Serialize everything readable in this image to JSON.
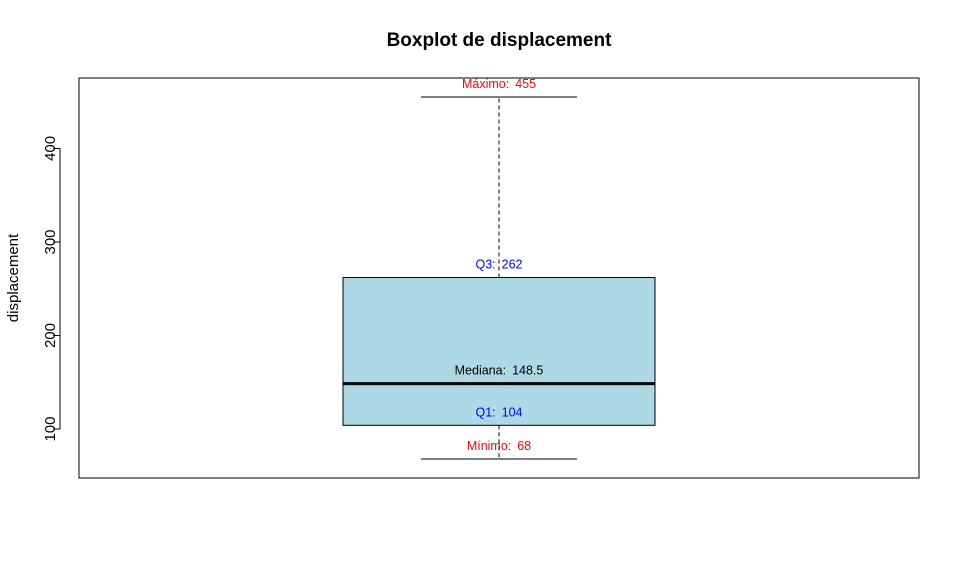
{
  "chart_data": {
    "type": "boxplot",
    "title": "Boxplot de displacement",
    "xlabel": "",
    "ylabel": "displacement",
    "ylim": [
      47.65,
      475.35
    ],
    "yticks": [
      100,
      200,
      300,
      400
    ],
    "grid": false,
    "box": {
      "min": 68,
      "q1": 104,
      "median": 148.5,
      "q3": 262,
      "max": 455,
      "fill": "#add8e6"
    },
    "annotations": {
      "max": {
        "prefix": "Máximo:",
        "value": "455",
        "color": "#ff0000"
      },
      "q3": {
        "prefix": "Q3:",
        "value": "262",
        "color": "#0000ff"
      },
      "median": {
        "prefix": "Mediana:",
        "value": "148.5",
        "color": "#000000"
      },
      "q1": {
        "prefix": "Q1:",
        "value": "104",
        "color": "#0000ff"
      },
      "min": {
        "prefix": "Mínimo:",
        "value": "68",
        "color": "#ff0000"
      }
    }
  }
}
